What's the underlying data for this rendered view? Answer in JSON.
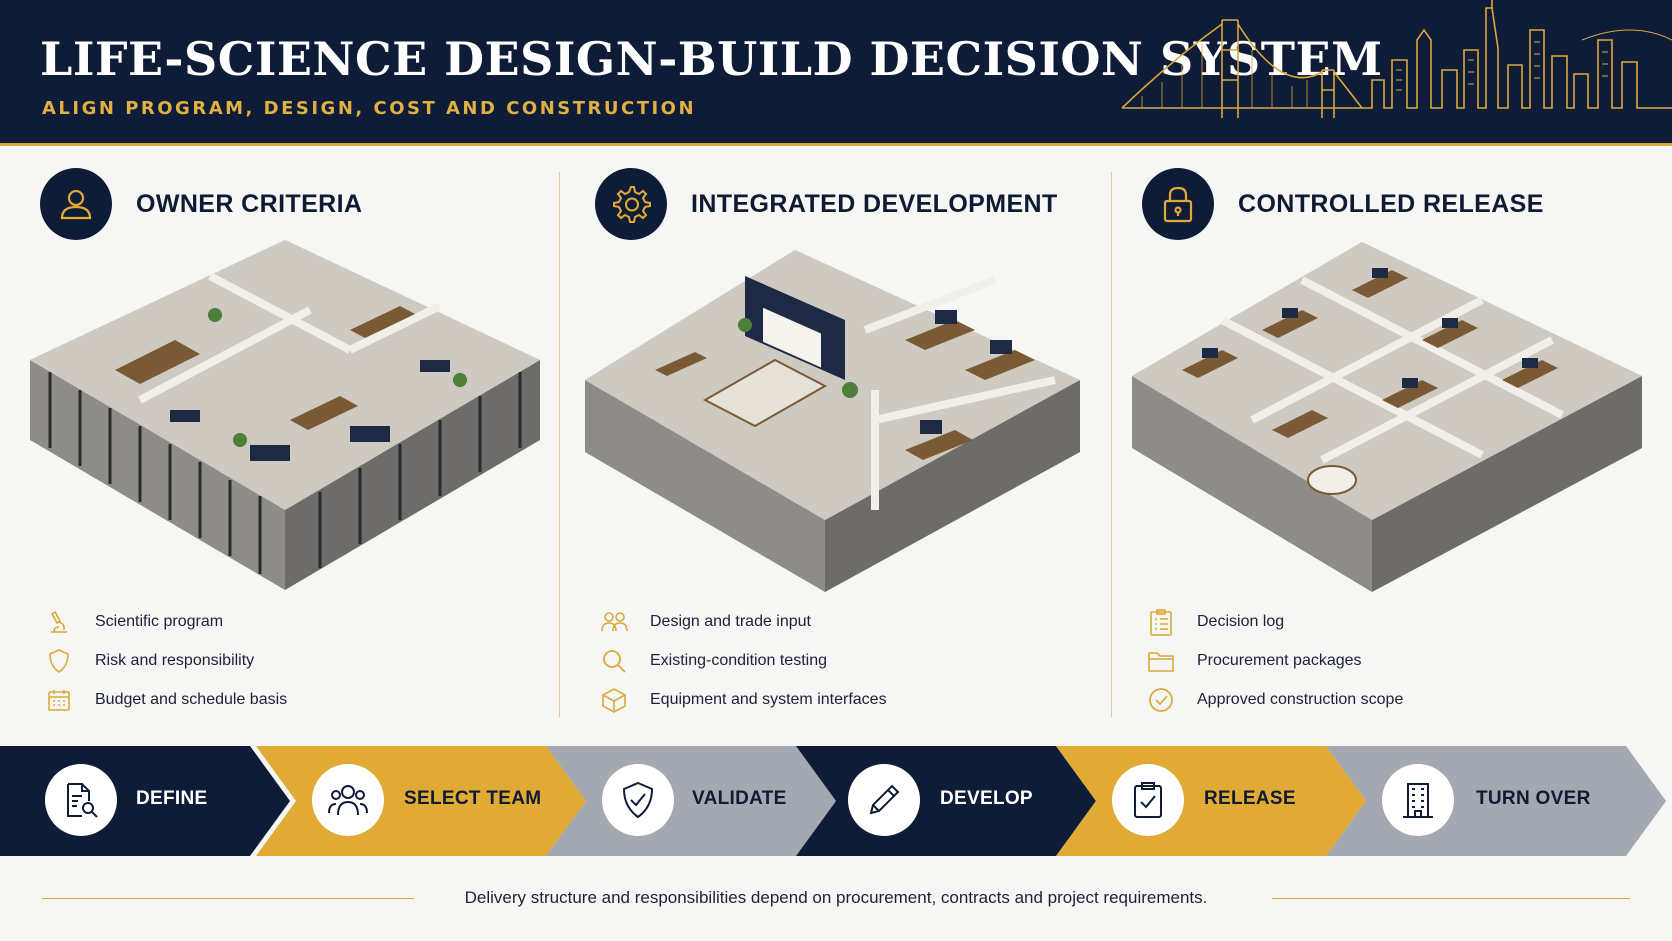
{
  "header": {
    "title": "LIFE-SCIENCE DESIGN-BUILD DECISION SYSTEM",
    "subtitle": "ALIGN PROGRAM, DESIGN, COST AND CONSTRUCTION"
  },
  "columns": [
    {
      "title": "OWNER CRITERIA",
      "icon": "user-icon",
      "items": [
        {
          "icon": "microscope-icon",
          "label": "Scientific program"
        },
        {
          "icon": "shield-icon",
          "label": "Risk and responsibility"
        },
        {
          "icon": "calendar-icon",
          "label": "Budget and schedule basis"
        }
      ]
    },
    {
      "title": "INTEGRATED DEVELOPMENT",
      "icon": "gear-icon",
      "items": [
        {
          "icon": "people-icon",
          "label": "Design and trade input"
        },
        {
          "icon": "magnifier-icon",
          "label": "Existing-condition testing"
        },
        {
          "icon": "cube-icon",
          "label": "Equipment and system interfaces"
        }
      ]
    },
    {
      "title": "CONTROLLED RELEASE",
      "icon": "lock-icon",
      "items": [
        {
          "icon": "clipboard-list-icon",
          "label": "Decision log"
        },
        {
          "icon": "folder-icon",
          "label": "Procurement packages"
        },
        {
          "icon": "check-circle-icon",
          "label": "Approved construction scope"
        }
      ]
    }
  ],
  "process": [
    {
      "label": "DEFINE",
      "icon": "document-search-icon"
    },
    {
      "label": "SELECT TEAM",
      "icon": "team-icon"
    },
    {
      "label": "VALIDATE",
      "icon": "shield-check-icon"
    },
    {
      "label": "DEVELOP",
      "icon": "pencil-icon"
    },
    {
      "label": "RELEASE",
      "icon": "clipboard-check-icon"
    },
    {
      "label": "TURN OVER",
      "icon": "building-icon"
    }
  ],
  "footer": {
    "note": "Delivery structure and responsibilities depend on procurement, contracts and project requirements."
  },
  "colors": {
    "navy": "#0f1c38",
    "gold": "#e0aa35",
    "gray": "#a3a8b1",
    "background": "#f6f6f4"
  }
}
